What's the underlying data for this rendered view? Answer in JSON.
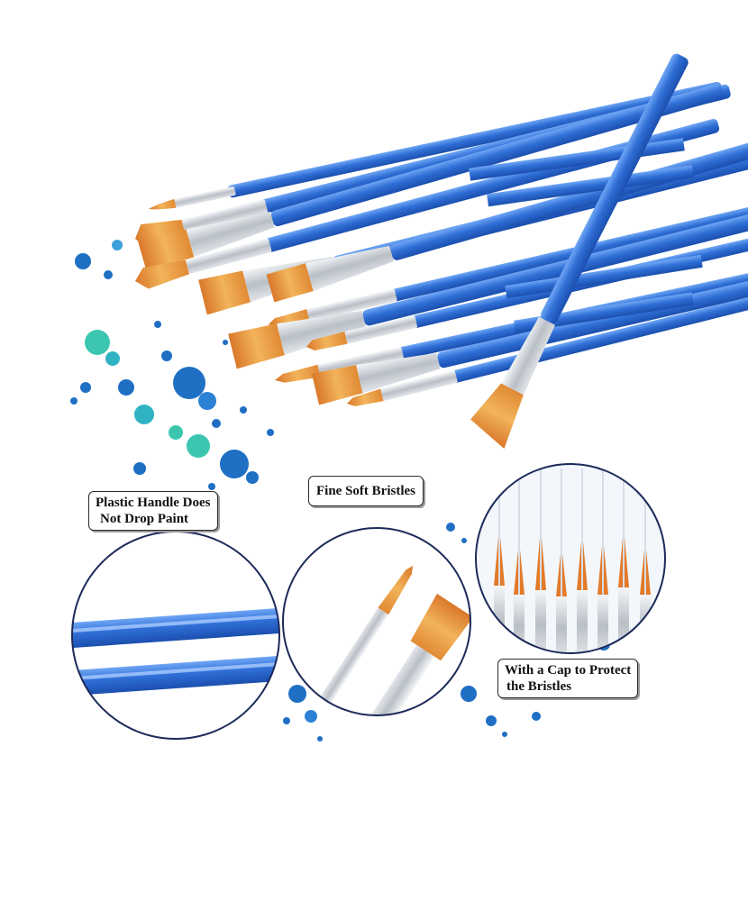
{
  "callouts": {
    "handle_line1": "Plastic Handle Does",
    "handle_line2": "Not Drop Paint",
    "bristles": "Fine Soft Bristles",
    "cap_line1": "With a Cap to Protect",
    "cap_line2": "the Bristles"
  },
  "colors": {
    "handle_blue": "#2f6fd6",
    "bristle_orange": "#e89a3a",
    "ferrule_silver": "#cfd3d8",
    "splash_blue": "#1f6fc4",
    "splash_teal": "#3cc6b0",
    "lens_border": "#1c2a5a"
  },
  "icons": [
    "paint-brush",
    "paint-splash",
    "magnifier-lens"
  ]
}
